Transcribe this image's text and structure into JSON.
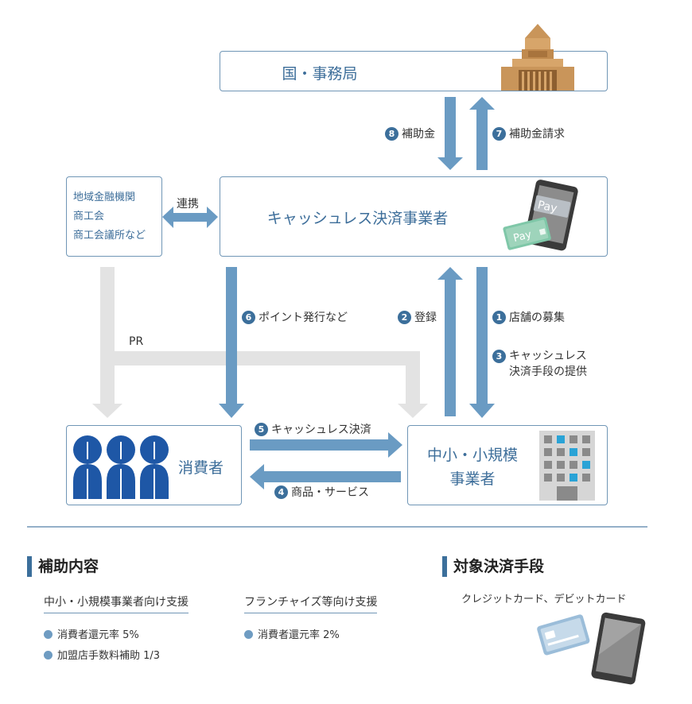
{
  "boxes": {
    "government": "国・事務局",
    "payment_provider": "キャッシュレス決済事業者",
    "local_orgs": [
      "地域金融機関",
      "商工会",
      "商工会議所など"
    ],
    "consumer": "消費者",
    "merchant_line1": "中小・小規模",
    "merchant_line2": "事業者"
  },
  "icons": {
    "pay_card_text": "Pay",
    "building": "parliament-building-icon",
    "tablet": "tablet-icon",
    "office": "office-building-icon",
    "people": "people-icon",
    "credit_card": "credit-card-icon"
  },
  "flows": {
    "f8": {
      "num": "8",
      "text": "補助金"
    },
    "f7": {
      "num": "7",
      "text": "補助金請求"
    },
    "renkei": "連携",
    "f6": {
      "num": "6",
      "text": "ポイント発行など"
    },
    "f2": {
      "num": "2",
      "text": "登録"
    },
    "f1": {
      "num": "1",
      "text": "店舗の募集"
    },
    "f3": {
      "num": "3",
      "text_line1": "キャッシュレス",
      "text_line2": "決済手段の提供"
    },
    "pr": "PR",
    "f5": {
      "num": "5",
      "text": "キャッシュレス決済"
    },
    "f4": {
      "num": "4",
      "text": "商品・サービス"
    }
  },
  "support": {
    "title": "補助内容",
    "sme_title": "中小・小規模事業者向け支援",
    "sme_items": [
      "消費者還元率 5%",
      "加盟店手数料補助 1/3"
    ],
    "franchise_title": "フランチャイズ等向け支援",
    "franchise_items": [
      "消費者還元率 2%"
    ]
  },
  "payment_methods": {
    "title": "対象決済手段",
    "text": "クレジットカード、デビットカード"
  },
  "colors": {
    "accent": "#3c6f9b",
    "arrow_blue": "#6a9bc3",
    "arrow_gray": "#e2e2e2",
    "border": "#7096b6"
  }
}
